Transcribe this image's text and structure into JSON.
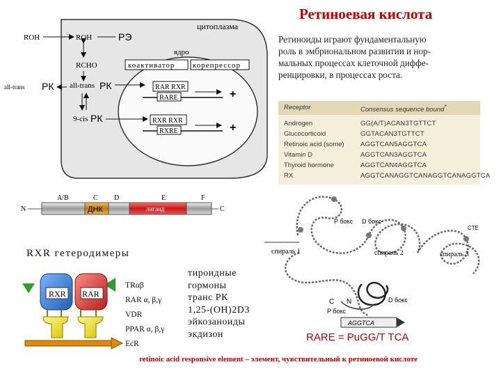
{
  "title": "Ретиноевая кислота",
  "paragraph_lines": [
    "Ретиноиды играют фундаментальную",
    "роль в эмбриональном развитии и нор-",
    "мальных процессах клеточной диффе-",
    "ренцировки, в процессах роста."
  ],
  "table": {
    "headers": [
      "Receptor",
      "Consensus sequence bound"
    ],
    "header_mark": "*",
    "rows": [
      {
        "receptor": "Androgen",
        "sequence": "GG(A/T)ACAN3TGTTCT"
      },
      {
        "receptor": "Glucocorticoid",
        "sequence": "GGTACAN3TGTTCT"
      },
      {
        "receptor": "Retinoic acid (some)",
        "sequence": "AGGTCAN5AGGTCA"
      },
      {
        "receptor": "Vitamin D",
        "sequence": "AGGTCAN3AGGTCA"
      },
      {
        "receptor": "Thyroid hormone",
        "sequence": "AGGTCAN4AGGTCA"
      },
      {
        "receptor": "RX",
        "sequence": "AGGTCANAGGTCANAGGTCANAGGTCA"
      }
    ]
  },
  "cell": {
    "cytoplasm": "цитоплазма",
    "nucleus": "ядро",
    "roh_outside": "ROH",
    "roh_inside": "ROH",
    "re": "РЭ",
    "rcho": "RCHO",
    "all_trans_out": "all-trans",
    "rk": "РК",
    "all_trans_in": "all-trans",
    "nine_cis": "9-cis",
    "coactivator": "коактиватор",
    "corepressor": "корепрессор",
    "rar_rxr": "RAR RXR",
    "rare1": "RARE",
    "rxr_rxr": "RXR   RXR",
    "rxre": "RXRE",
    "plus": "+"
  },
  "domains": {
    "n": "N",
    "c_end": "C",
    "ab": "A/B",
    "c": "C",
    "d": "D",
    "e": "E",
    "f": "F",
    "dnk": "ДНК",
    "ligand": "лиганд"
  },
  "heterodimers": {
    "heading": "RXR гетеродимеры",
    "rxr": "RXR",
    "rar": "RAR",
    "partners": [
      "TRαβ",
      "RAR α, β,γ",
      "VDR",
      "PPAR α, β,γ",
      "EcR"
    ],
    "ligands": [
      "тироидные",
      "гормоны",
      "транс РК",
      "1,25-(OH)2D3",
      "эйкозаноиды",
      "экдизон"
    ]
  },
  "dna_structure": {
    "p_box1": "P бокс",
    "d_box": "D бокс",
    "cte": "CTE",
    "helix1": "спираль 1",
    "helix2": "спираль 2",
    "helix3": "спираль 3",
    "c_label": "C",
    "n_label": "N",
    "d_box2": "D бокс",
    "p_box2": "P бокс",
    "agg": "AGGTCA"
  },
  "rare_formula": "RARE = PuGG/T TCA",
  "footer": "retinoic acid responsive element – элемент, чувствительный к ретиноевой кислоте",
  "colors": {
    "title": "#c00000",
    "rxr_blue": "#1f5fb5",
    "rar_red": "#c8302c",
    "domain_red": "#cc2222",
    "green": "#2b9e2b",
    "orange": "#e08a00"
  }
}
